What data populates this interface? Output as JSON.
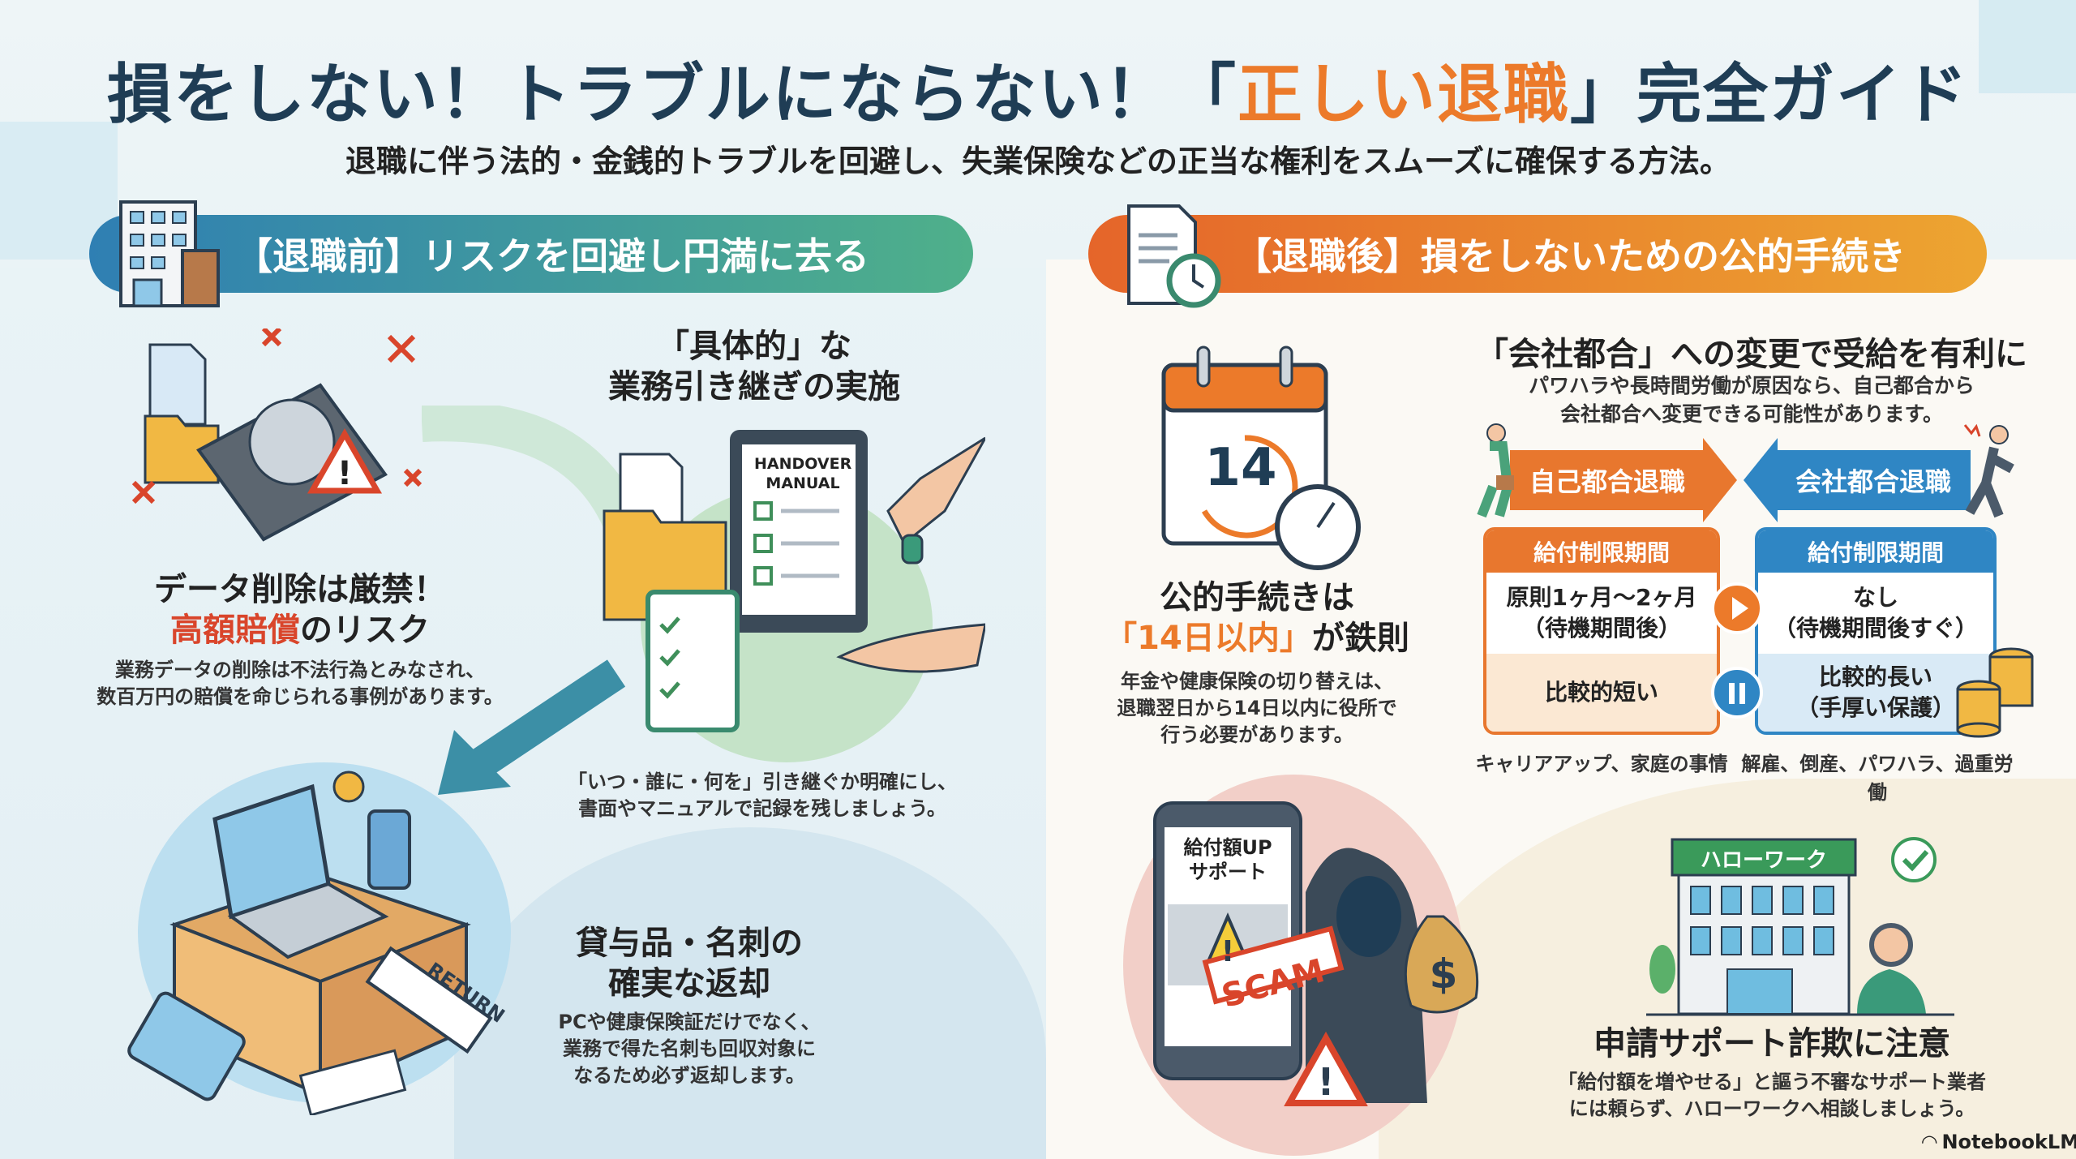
{
  "header": {
    "title_pre": "損をしない！トラブルにならない！「",
    "title_highlight": "正しい退職",
    "title_post": "」完全ガイド",
    "subtitle": "退職に伴う法的・金銭的トラブルを回避し、失業保険などの正当な権利をスムーズに確保する方法。"
  },
  "before": {
    "banner": "【退職前】リスクを回避し円満に去る",
    "data_deletion": {
      "heading1": "データ削除は厳禁！",
      "heading2_highlight": "高額賠償",
      "heading2_rest": "のリスク",
      "body1": "業務データの削除は不法行為とみなされ、",
      "body2": "数百万円の賠償を命じられる事例があります。"
    },
    "handover": {
      "heading1": "「具体的」な",
      "heading2": "業務引き継ぎの実施",
      "manual_label1": "HANDOVER",
      "manual_label2": "MANUAL",
      "body1": "「いつ・誰に・何を」引き継ぐか明確にし、",
      "body2": "書面やマニュアルで記録を残しましょう。"
    },
    "return": {
      "heading1": "貸与品・名刺の",
      "heading2": "確実な返却",
      "tag": "RETURN",
      "body1": "PCや健康保険証だけでなく、",
      "body2": "業務で得た名刺も回収対象に",
      "body3": "なるため必ず返却します。"
    }
  },
  "after": {
    "banner": "【退職後】損をしないための公的手続き",
    "deadline": {
      "calendar_number": "14",
      "heading1": "公的手続きは",
      "heading2_highlight": "「14日以内」",
      "heading2_rest": "が鉄則",
      "body1": "年金や健康保険の切り替えは、",
      "body2": "退職翌日から14日以内に役所で",
      "body3": "行う必要があります。"
    },
    "company_reason": {
      "heading": "「会社都合」への変更で受給を有利に",
      "body1": "パワハラや長時間労働が原因なら、自己都合から",
      "body2": "会社都合へ変更できる可能性があります。",
      "self": {
        "arrow_label": "自己都合退職",
        "header": "給付制限期間",
        "period1": "原則1ヶ月〜2ヶ月",
        "period2": "（待機期間後）",
        "duration": "比較的短い",
        "caption": "キャリアアップ、家庭の事情",
        "color": "#e8772e"
      },
      "company": {
        "arrow_label": "会社都合退職",
        "header": "給付制限期間",
        "period1": "なし",
        "period2": "（待機期間後すぐ）",
        "duration1": "比較的長い",
        "duration2": "（手厚い保護）",
        "caption": "解雇、倒産、パワハラ、過重労働",
        "color": "#2f86c4"
      }
    },
    "scam": {
      "phone_text1": "給付額UP",
      "phone_text2": "サポート",
      "stamp": "SCAM",
      "building_sign": "ハローワーク",
      "heading": "申請サポート詐欺に注意",
      "body1": "「給付額を増やせる」と謳う不審なサポート業者",
      "body2": "には頼らず、ハローワークへ相談しましょう。"
    }
  },
  "footer": {
    "brand": "NotebookLM"
  }
}
